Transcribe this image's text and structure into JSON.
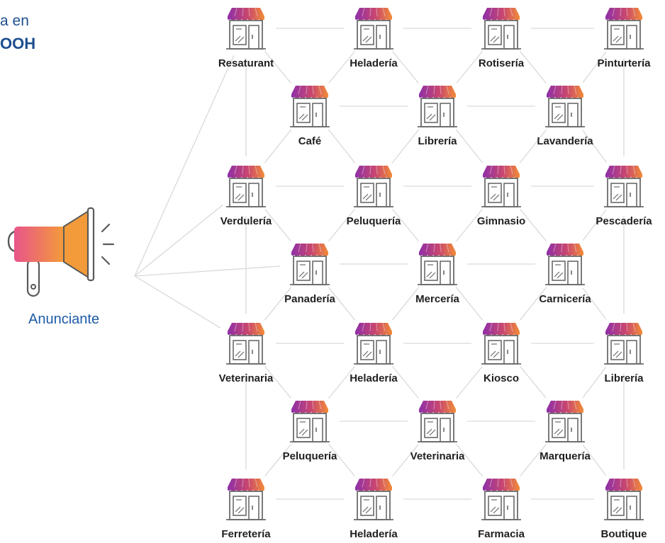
{
  "headline": {
    "line1": "a en",
    "line2": "OOH"
  },
  "advertiser": {
    "label": "Anunciante",
    "icon": "megaphone-icon"
  },
  "store_icon": "storefront-icon",
  "colors": {
    "heading": "#1d4e8f",
    "advertiser_label": "#1d5ba6",
    "awning_left": "#8e2fa8",
    "awning_right": "#f28c38",
    "megaphone_start": "#e8548a",
    "megaphone_end": "#f39b3a",
    "edge": "#d9d9d9",
    "store_outline": "#6b6b6b"
  },
  "stores": [
    {
      "id": 0,
      "label": "Resaturant"
    },
    {
      "id": 1,
      "label": "Heladería"
    },
    {
      "id": 2,
      "label": "Rotisería"
    },
    {
      "id": 3,
      "label": "Pinturtería"
    },
    {
      "id": 4,
      "label": "Café"
    },
    {
      "id": 5,
      "label": "Librería"
    },
    {
      "id": 6,
      "label": "Lavandería"
    },
    {
      "id": 7,
      "label": "Verdulería"
    },
    {
      "id": 8,
      "label": "Peluquería"
    },
    {
      "id": 9,
      "label": "Gimnasio"
    },
    {
      "id": 10,
      "label": "Pescadería"
    },
    {
      "id": 11,
      "label": "Panadería"
    },
    {
      "id": 12,
      "label": "Mercería"
    },
    {
      "id": 13,
      "label": "Carnicería"
    },
    {
      "id": 14,
      "label": "Veterinaria"
    },
    {
      "id": 15,
      "label": "Heladería"
    },
    {
      "id": 16,
      "label": "Kiosco"
    },
    {
      "id": 17,
      "label": "Librería"
    },
    {
      "id": 18,
      "label": "Peluquería"
    },
    {
      "id": 19,
      "label": "Veterinaria"
    },
    {
      "id": 20,
      "label": "Marquería"
    },
    {
      "id": 21,
      "label": "Ferretería"
    },
    {
      "id": 22,
      "label": "Heladería"
    },
    {
      "id": 23,
      "label": "Farmacia"
    },
    {
      "id": 24,
      "label": "Boutique"
    }
  ],
  "connections": [
    [
      0,
      1
    ],
    [
      1,
      2
    ],
    [
      2,
      3
    ],
    [
      4,
      5
    ],
    [
      5,
      6
    ],
    [
      7,
      8
    ],
    [
      8,
      9
    ],
    [
      9,
      10
    ],
    [
      11,
      12
    ],
    [
      12,
      13
    ],
    [
      14,
      15
    ],
    [
      15,
      16
    ],
    [
      16,
      17
    ],
    [
      18,
      19
    ],
    [
      19,
      20
    ],
    [
      21,
      22
    ],
    [
      22,
      23
    ],
    [
      23,
      24
    ],
    [
      0,
      4
    ],
    [
      1,
      4
    ],
    [
      1,
      5
    ],
    [
      2,
      5
    ],
    [
      2,
      6
    ],
    [
      3,
      6
    ],
    [
      4,
      7
    ],
    [
      4,
      8
    ],
    [
      5,
      8
    ],
    [
      5,
      9
    ],
    [
      6,
      9
    ],
    [
      6,
      10
    ],
    [
      7,
      11
    ],
    [
      8,
      11
    ],
    [
      8,
      12
    ],
    [
      9,
      12
    ],
    [
      9,
      13
    ],
    [
      10,
      13
    ],
    [
      11,
      14
    ],
    [
      11,
      15
    ],
    [
      12,
      15
    ],
    [
      12,
      16
    ],
    [
      13,
      16
    ],
    [
      13,
      17
    ],
    [
      14,
      18
    ],
    [
      15,
      18
    ],
    [
      15,
      19
    ],
    [
      16,
      19
    ],
    [
      16,
      20
    ],
    [
      17,
      20
    ],
    [
      18,
      21
    ],
    [
      18,
      22
    ],
    [
      19,
      22
    ],
    [
      19,
      23
    ],
    [
      20,
      23
    ],
    [
      20,
      24
    ],
    [
      0,
      7
    ],
    [
      7,
      14
    ],
    [
      14,
      21
    ],
    [
      3,
      10
    ],
    [
      10,
      17
    ],
    [
      17,
      24
    ],
    [
      "A",
      0
    ],
    [
      "A",
      7
    ],
    [
      "A",
      11
    ],
    [
      "A",
      14
    ]
  ]
}
